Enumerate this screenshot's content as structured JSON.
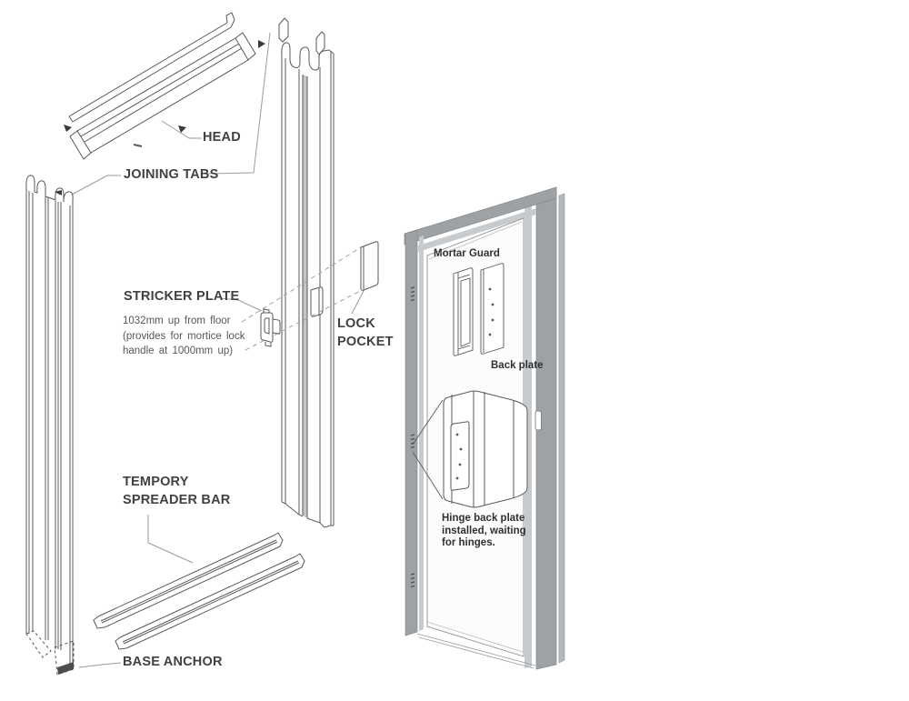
{
  "figure": {
    "description": "Exploded steel door frame installation diagram with assembled frame detail view",
    "colors": {
      "background": "#ffffff",
      "line": "#58595b",
      "leader": "#9b9b9b",
      "dashed_projection": "#a3a3a3",
      "frame_dark_gray": "#9ea2a5",
      "frame_light_gray": "#c8cbcd",
      "frame_outer_strip": "#b5b8ba",
      "label_text": "#3f4143",
      "note_text": "#55575a"
    }
  },
  "labels": {
    "head": "HEAD",
    "joining_tabs": "JOINING TABS",
    "stricker_plate": "STRICKER PLATE",
    "stricker_note": [
      "1032mm up from floor",
      "(provides for mortice lock",
      "handle at 1000mm up)"
    ],
    "lock_pocket": [
      "LOCK",
      "POCKET"
    ],
    "spreader_bar": [
      "TEMPORY",
      "SPREADER BAR"
    ],
    "base_anchor": "BASE ANCHOR",
    "mortar_guard": "Mortar Guard",
    "back_plate": "Back plate",
    "hinge_note": [
      "Hinge back plate",
      "installed, waiting",
      "for hinges."
    ]
  }
}
